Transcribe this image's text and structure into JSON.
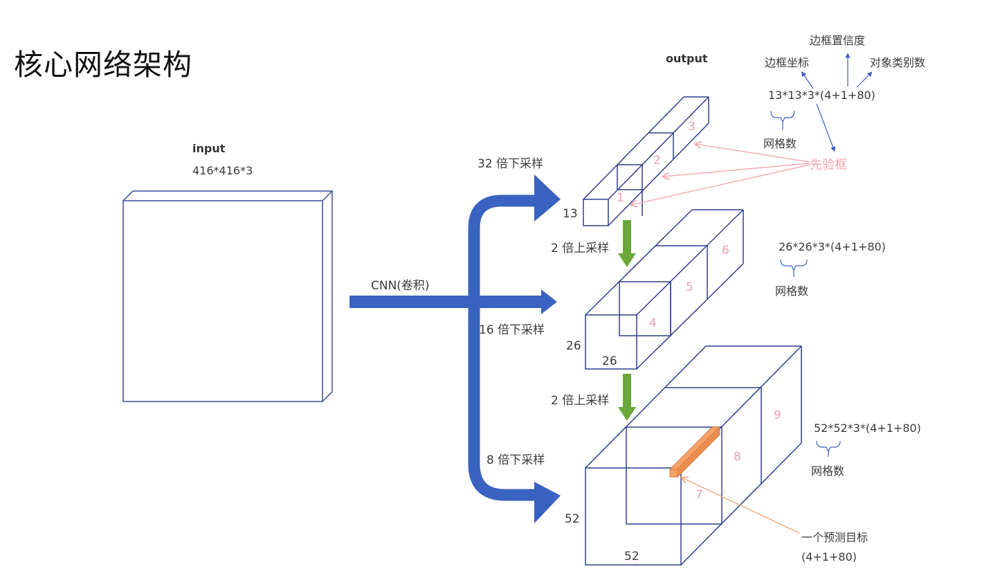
{
  "title": "核心网络架构",
  "input": {
    "label": "input",
    "size": "416*416*3"
  },
  "output": {
    "label": "output"
  },
  "cnn_label": "CNN(卷积)",
  "downsample": {
    "d32": "32 倍下采样",
    "d16": "16 倍下采样",
    "d8": "8 倍下采样"
  },
  "upsample": {
    "u1": "2 倍上采样",
    "u2": "2 倍上采样"
  },
  "grid_sizes": {
    "g13": "13",
    "g26a": "26",
    "g26b": "26",
    "g52a": "52",
    "g52b": "52"
  },
  "cell_numbers": [
    "1",
    "2",
    "3",
    "4",
    "5",
    "6",
    "7",
    "8",
    "9"
  ],
  "formulas": {
    "f13": "13*13*3*(4+1+80)",
    "f26": "26*26*3*(4+1+80)",
    "f52": "52*52*3*(4+1+80)"
  },
  "annotations": {
    "bbox_coords": "边框坐标",
    "bbox_conf": "边框置信度",
    "class_count": "对象类别数",
    "grid_count_1": "网格数",
    "grid_count_2": "网格数",
    "grid_count_3": "网格数",
    "anchor_box": "先验框",
    "prediction_target": "一个预测目标",
    "prediction_target_dim": "(4+1+80)"
  },
  "colors": {
    "box_stroke": "#2c3e8c",
    "blue_arrow": "#3a62c0",
    "green_arrow": "#6aa83a",
    "pink": "#f0a0a8",
    "orange": "#f0a070"
  }
}
